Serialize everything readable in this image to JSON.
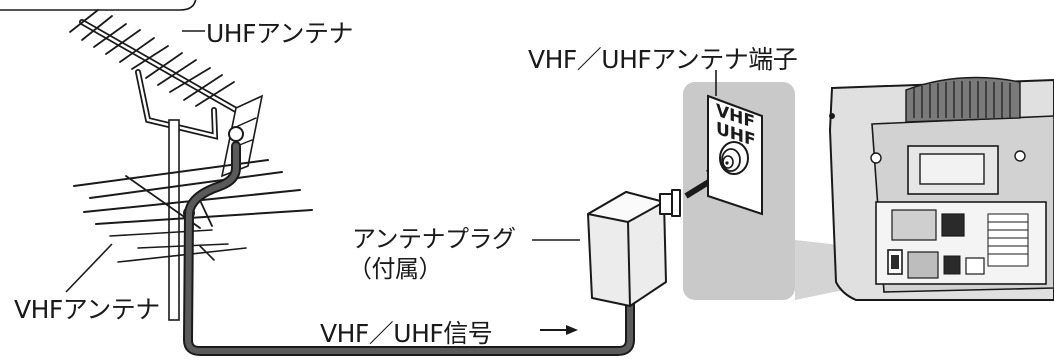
{
  "labels": {
    "uhf_antenna": "UHFアンテナ",
    "vhf_antenna": "VHFアンテナ",
    "terminal": "VHF／UHFアンテナ端子",
    "plug_line1": "アンテナプラグ",
    "plug_line2": "（付属）",
    "signal": "VHF／UHF信号",
    "wall_vhf": "VHF",
    "wall_uhf": "UHF"
  },
  "colors": {
    "wall_panel": "#c9c9c9",
    "cable": "#5a5a5a",
    "line": "#1a1a1a"
  }
}
